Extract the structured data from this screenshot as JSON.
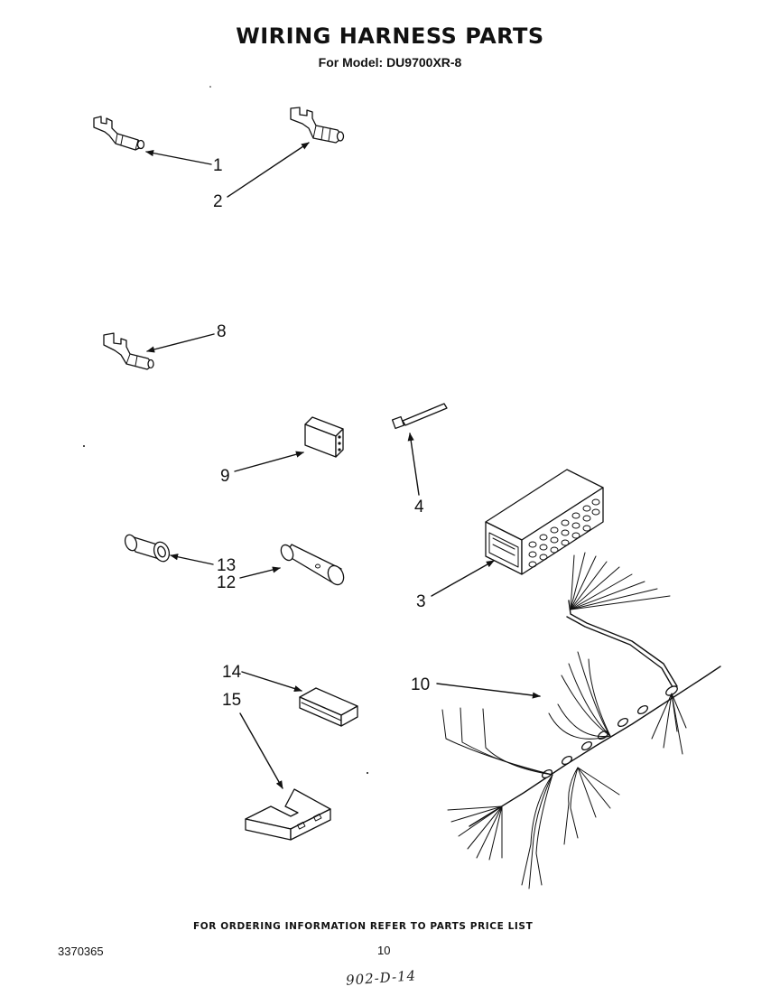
{
  "title": "WIRING HARNESS PARTS",
  "subtitle": "For Model: DU9700XR-8",
  "callouts": [
    {
      "label": "1",
      "part": "terminal"
    },
    {
      "label": "2",
      "part": "terminal"
    },
    {
      "label": "8",
      "part": "terminal"
    },
    {
      "label": "9",
      "part": "connector block"
    },
    {
      "label": "4",
      "part": "cable tie"
    },
    {
      "label": "13",
      "part": "insulator sleeve"
    },
    {
      "label": "12",
      "part": "splice sleeve"
    },
    {
      "label": "3",
      "part": "connector housing"
    },
    {
      "label": "14",
      "part": "terminal block"
    },
    {
      "label": "15",
      "part": "bracket"
    },
    {
      "label": "10",
      "part": "wiring harness"
    }
  ],
  "footer": {
    "note": "FOR ORDERING INFORMATION REFER TO PARTS PRICE LIST",
    "doc_number": "3370365",
    "page_number": "10",
    "handwritten": "902-D-14"
  }
}
